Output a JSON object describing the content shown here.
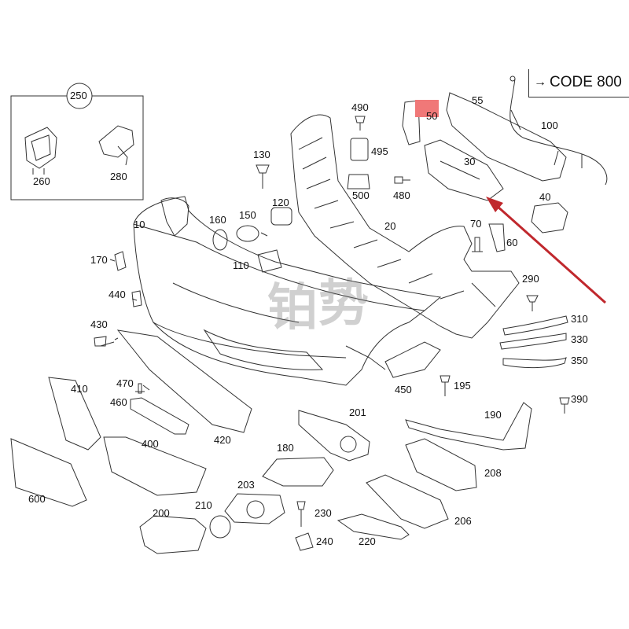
{
  "code_box": {
    "arrow": "→",
    "text": "CODE 800"
  },
  "group_label": "250",
  "watermark": {
    "c1": "铂",
    "c2": "势"
  },
  "colors": {
    "arrow": "#c0282d",
    "highlight": "#f07878",
    "line": "#333333"
  },
  "parts": {
    "p10": "10",
    "p20": "20",
    "p30": "30",
    "p40": "40",
    "p50": "50",
    "p55": "55",
    "p60": "60",
    "p70": "70",
    "p100": "100",
    "p110": "110",
    "p120": "120",
    "p130": "130",
    "p150": "150",
    "p160": "160",
    "p170": "170",
    "p180": "180",
    "p190": "190",
    "p195": "195",
    "p200": "200",
    "p201": "201",
    "p203": "203",
    "p206": "206",
    "p208": "208",
    "p210": "210",
    "p220": "220",
    "p230": "230",
    "p240": "240",
    "p260": "260",
    "p280": "280",
    "p290": "290",
    "p310": "310",
    "p330": "330",
    "p350": "350",
    "p390": "390",
    "p400": "400",
    "p410": "410",
    "p420": "420",
    "p430": "430",
    "p440": "440",
    "p450": "450",
    "p460": "460",
    "p470": "470",
    "p480": "480",
    "p490": "490",
    "p495": "495",
    "p500": "500",
    "p600": "600"
  }
}
